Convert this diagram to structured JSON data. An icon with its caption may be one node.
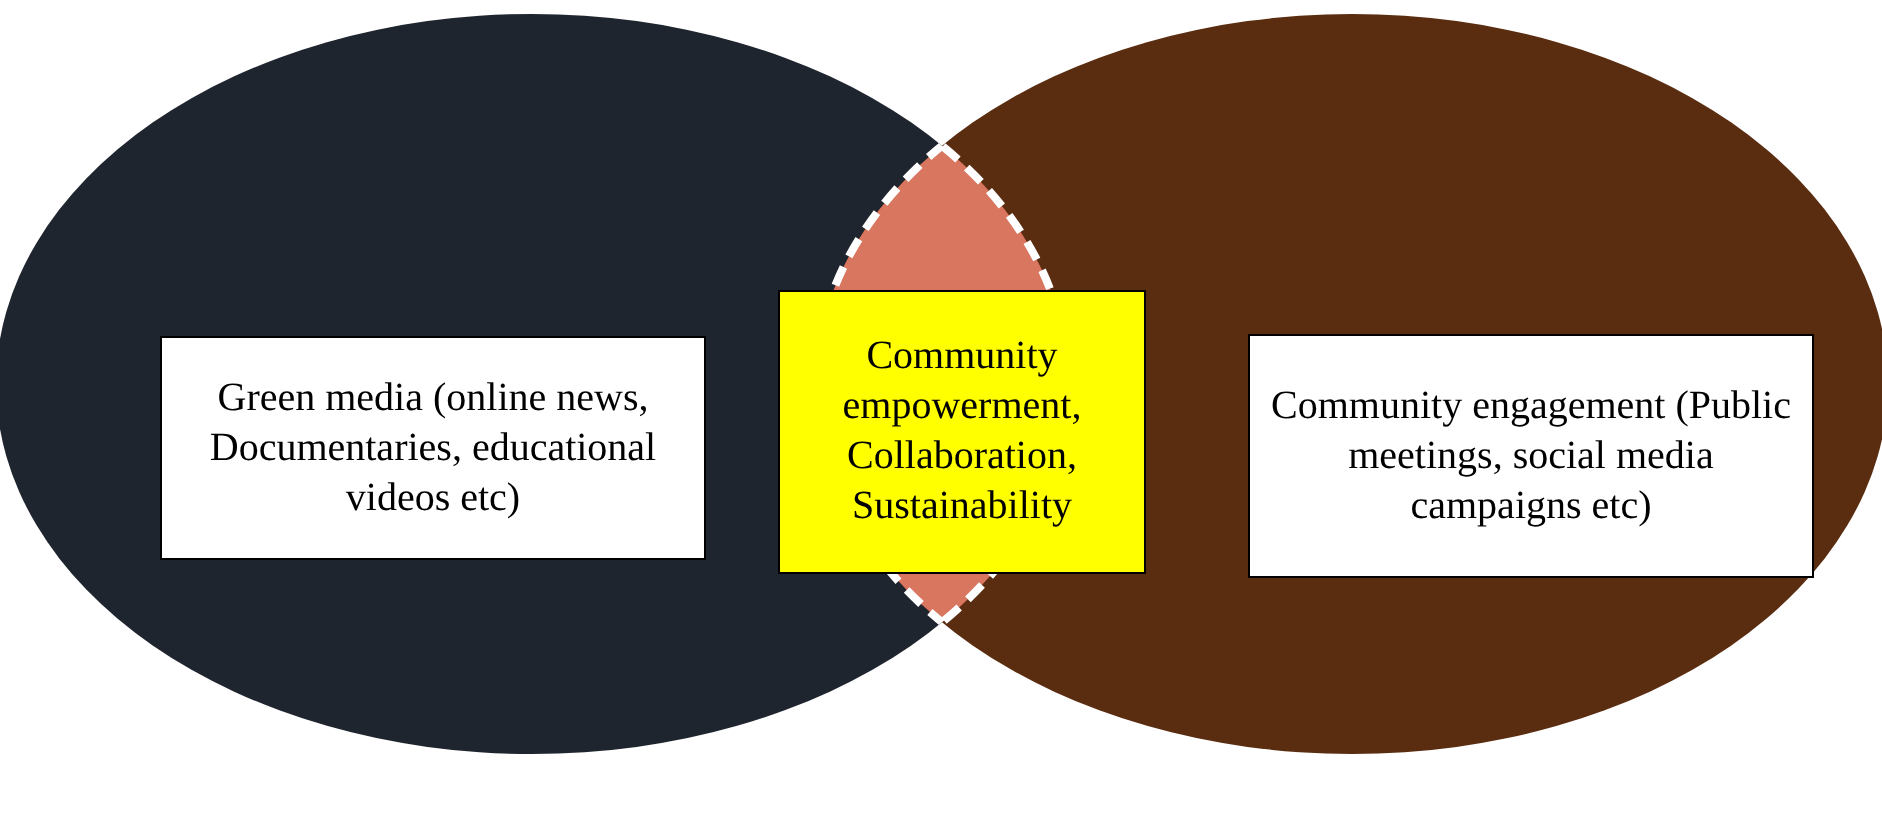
{
  "diagram": {
    "nodes": [
      {
        "text": [
          "Green media (online news, Documentaries, educational videos etc)"
        ]
      },
      {
        "text": [
          "Community empowerment, Collaboration, Sustainability"
        ]
      },
      {
        "text": [
          "Community engagement (Public meetings, social media campaigns etc)"
        ]
      }
    ],
    "edges": []
  }
}
